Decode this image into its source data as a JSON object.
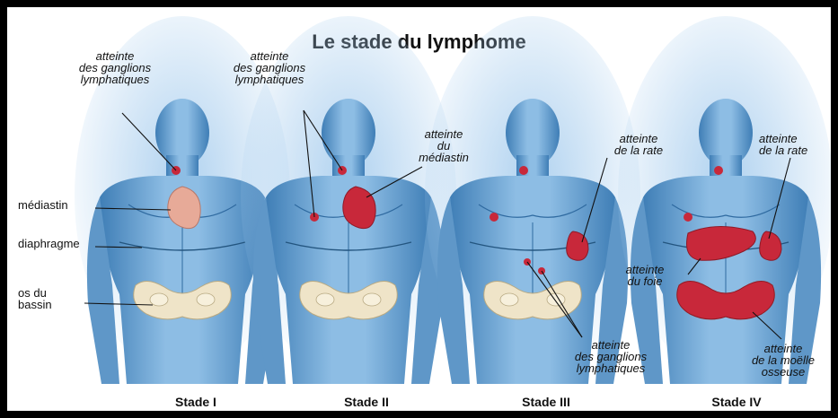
{
  "title": "Le stade du lymphome",
  "left_labels": {
    "mediastin": "médiastin",
    "diaphragme": "diaphragme",
    "os_bassin": "os du\nbassin"
  },
  "stages": [
    {
      "label": "Stade I"
    },
    {
      "label": "Stade II"
    },
    {
      "label": "Stade III"
    },
    {
      "label": "Stade IV"
    }
  ],
  "callouts": {
    "s1_ganglions": "atteinte\ndes ganglions\nlymphatiques",
    "s2_ganglions": "atteinte\ndes ganglions\nlymphatiques",
    "s2_mediastin": "atteinte\ndu\nmédiastin",
    "s3_rate": "atteinte\nde la rate",
    "s3_ganglions": "atteinte\ndes ganglions\nlymphatiques",
    "s4_rate": "atteinte\nde la rate",
    "s4_foie": "atteinte\ndu foie",
    "s4_moelle": "atteinte\nde la moëlle\nosseuse"
  },
  "colors": {
    "body": "#7fb3dd",
    "body_dark": "#3f7eb6",
    "affected": "#c8283a",
    "healthy_organ": "#e7aa98",
    "bone": "#efe4c8"
  }
}
